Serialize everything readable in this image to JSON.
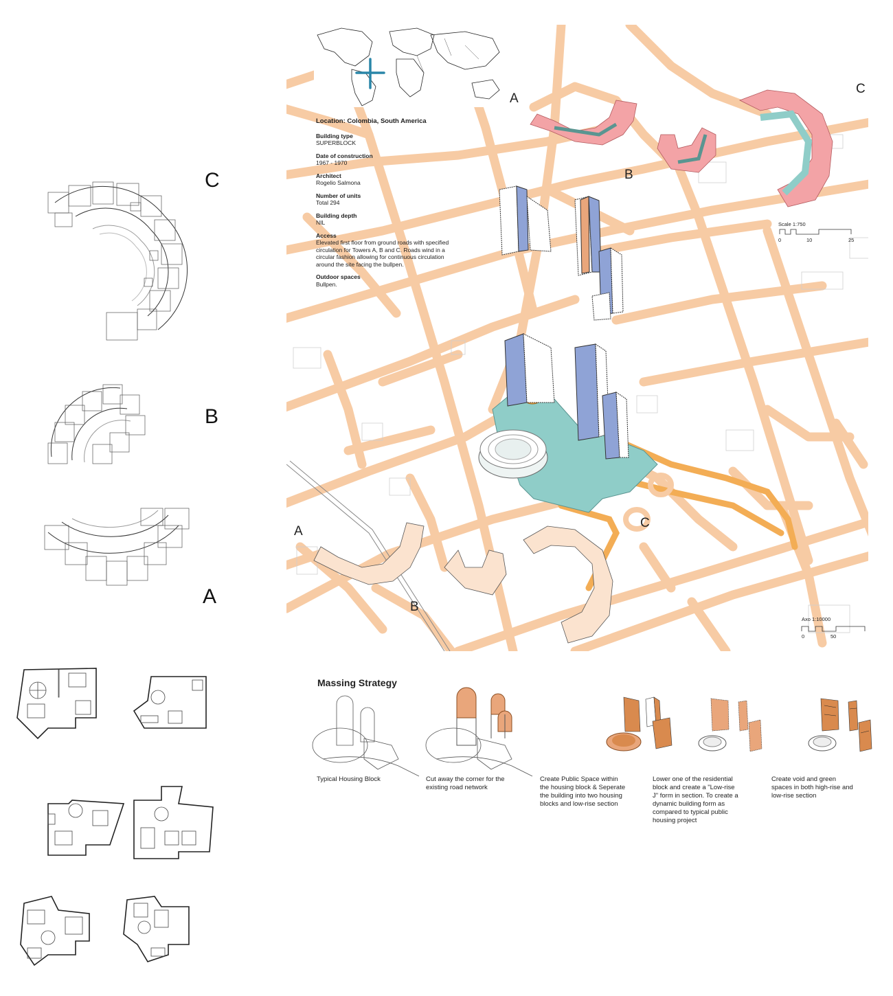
{
  "plan_labels": {
    "c": "C",
    "b": "B",
    "a": "A"
  },
  "site_labels": {
    "a_top": "A",
    "c_top": "C",
    "b_top": "B",
    "a_bottom": "A",
    "b_bottom": "B",
    "c_mid": "C"
  },
  "info": {
    "location": "Location: Colombia, South America",
    "building_type_h": "Building type",
    "building_type_v": "SUPERBLOCK",
    "date_h": "Date of construction",
    "date_v": "1967 - 1970",
    "architect_h": "Architect",
    "architect_v": "Rogelio Salmona",
    "units_h": "Number of units",
    "units_v": "Total 294",
    "depth_h": "Building depth",
    "depth_v": "NIL",
    "access_h": "Access",
    "access_v": "Elevated first floor from ground roads with specified circulation for Towers A, B and C. Roads wind in a circular fashion allowing for continuous circulation around the site facing the bullpen.",
    "outdoor_h": "Outdoor spaces",
    "outdoor_v": "Bullpen."
  },
  "scale_plan": {
    "title": "Scale 1:750",
    "t0": "0",
    "t1": "10",
    "t2": "25"
  },
  "scale_axo": {
    "title": "Axo 1:10000",
    "t0": "0",
    "t1": "50"
  },
  "massing": {
    "title": "Massing Strategy",
    "step1": "Typical Housing Block",
    "step2": "Cut away the corner for the existing road network",
    "step3": "Create Public Space within the housing block & Seperate the building into two housing blocks and low-rise section",
    "step4": "Lower one of the residential block and create a \"Low-rise J\" form in section. To create a dynamic building form as compared to typical public housing project",
    "step5": "Create void and green spaces in both high-rise and low-rise section"
  },
  "colors": {
    "road": "#f7cba4",
    "road_orange": "#f3ad55",
    "teal": "#8fcdc8",
    "pink": "#f3a3a6",
    "blue_facade": "#8fa3d6",
    "copper": "#d98a4e",
    "marker": "#2a86a8"
  },
  "icons": [
    "world-map-icon",
    "location-crosshair-icon"
  ]
}
